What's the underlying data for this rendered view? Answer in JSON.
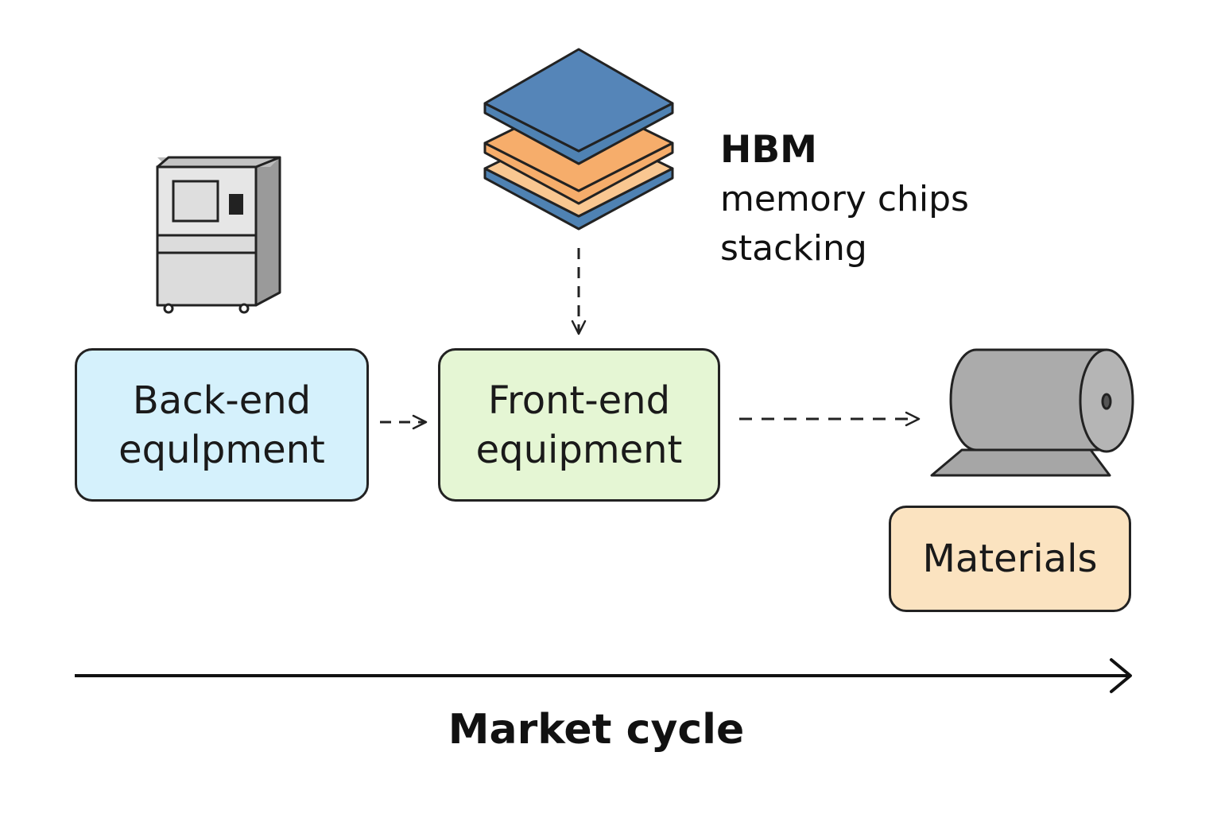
{
  "nodes": {
    "back_end": {
      "label": "Back-end\nequlpment",
      "fill": "#d5f1fc"
    },
    "front_end": {
      "label": "Front-end\nequipment",
      "fill": "#e5f6d4"
    },
    "materials": {
      "label": "Materials",
      "fill": "#fbe3c0"
    }
  },
  "hbm": {
    "title": "HBM",
    "line1": "memory chips",
    "line2": "stacking"
  },
  "axis": {
    "label": "Market cycle"
  },
  "icons": {
    "machine": "equipment-machine-icon",
    "chip_stack": "hbm-chip-stack-icon",
    "roll": "material-roll-icon"
  },
  "colors": {
    "outline": "#222222",
    "chip_blue": "#4f82b3",
    "chip_orange": "#f6ad6b",
    "chip_light_orange": "#f9c791",
    "machine_gray": "#d9d9d9",
    "roll_gray": "#a9a9a9"
  }
}
